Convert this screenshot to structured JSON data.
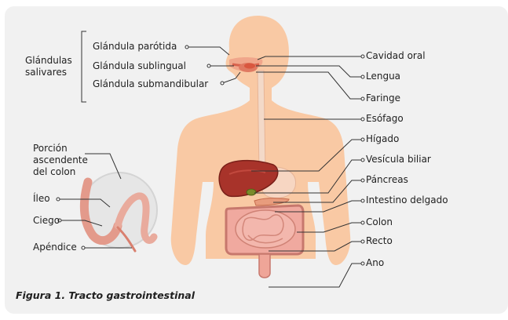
{
  "group_label": "Glándulas\nsalivares",
  "left_labels": {
    "parotida": "Glándula parótida",
    "sublingual": "Glándula sublingual",
    "submandibular": "Glándula submandibular"
  },
  "inset_labels": {
    "porcion": "Porción\nascendente\ndel colon",
    "ileo": "Íleo",
    "ciego": "Ciego",
    "apendice": "Apéndice"
  },
  "right_labels": {
    "cavidad": "Cavidad oral",
    "lengua": "Lengua",
    "faringe": "Faringe",
    "esofago": "Esófago",
    "higado": "Hígado",
    "vesicula": "Vesícula biliar",
    "pancreas": "Páncreas",
    "intestino": "Intestino delgado",
    "colon": "Colon",
    "recto": "Recto",
    "ano": "Ano"
  },
  "caption": "Figura 1. Tracto gastrointestinal",
  "colors": {
    "background": "#f1f1f1",
    "skin": "#f9c9a4",
    "liver": "#a8332a",
    "intestine": "#e8a49a",
    "leader_line": "#333333"
  }
}
